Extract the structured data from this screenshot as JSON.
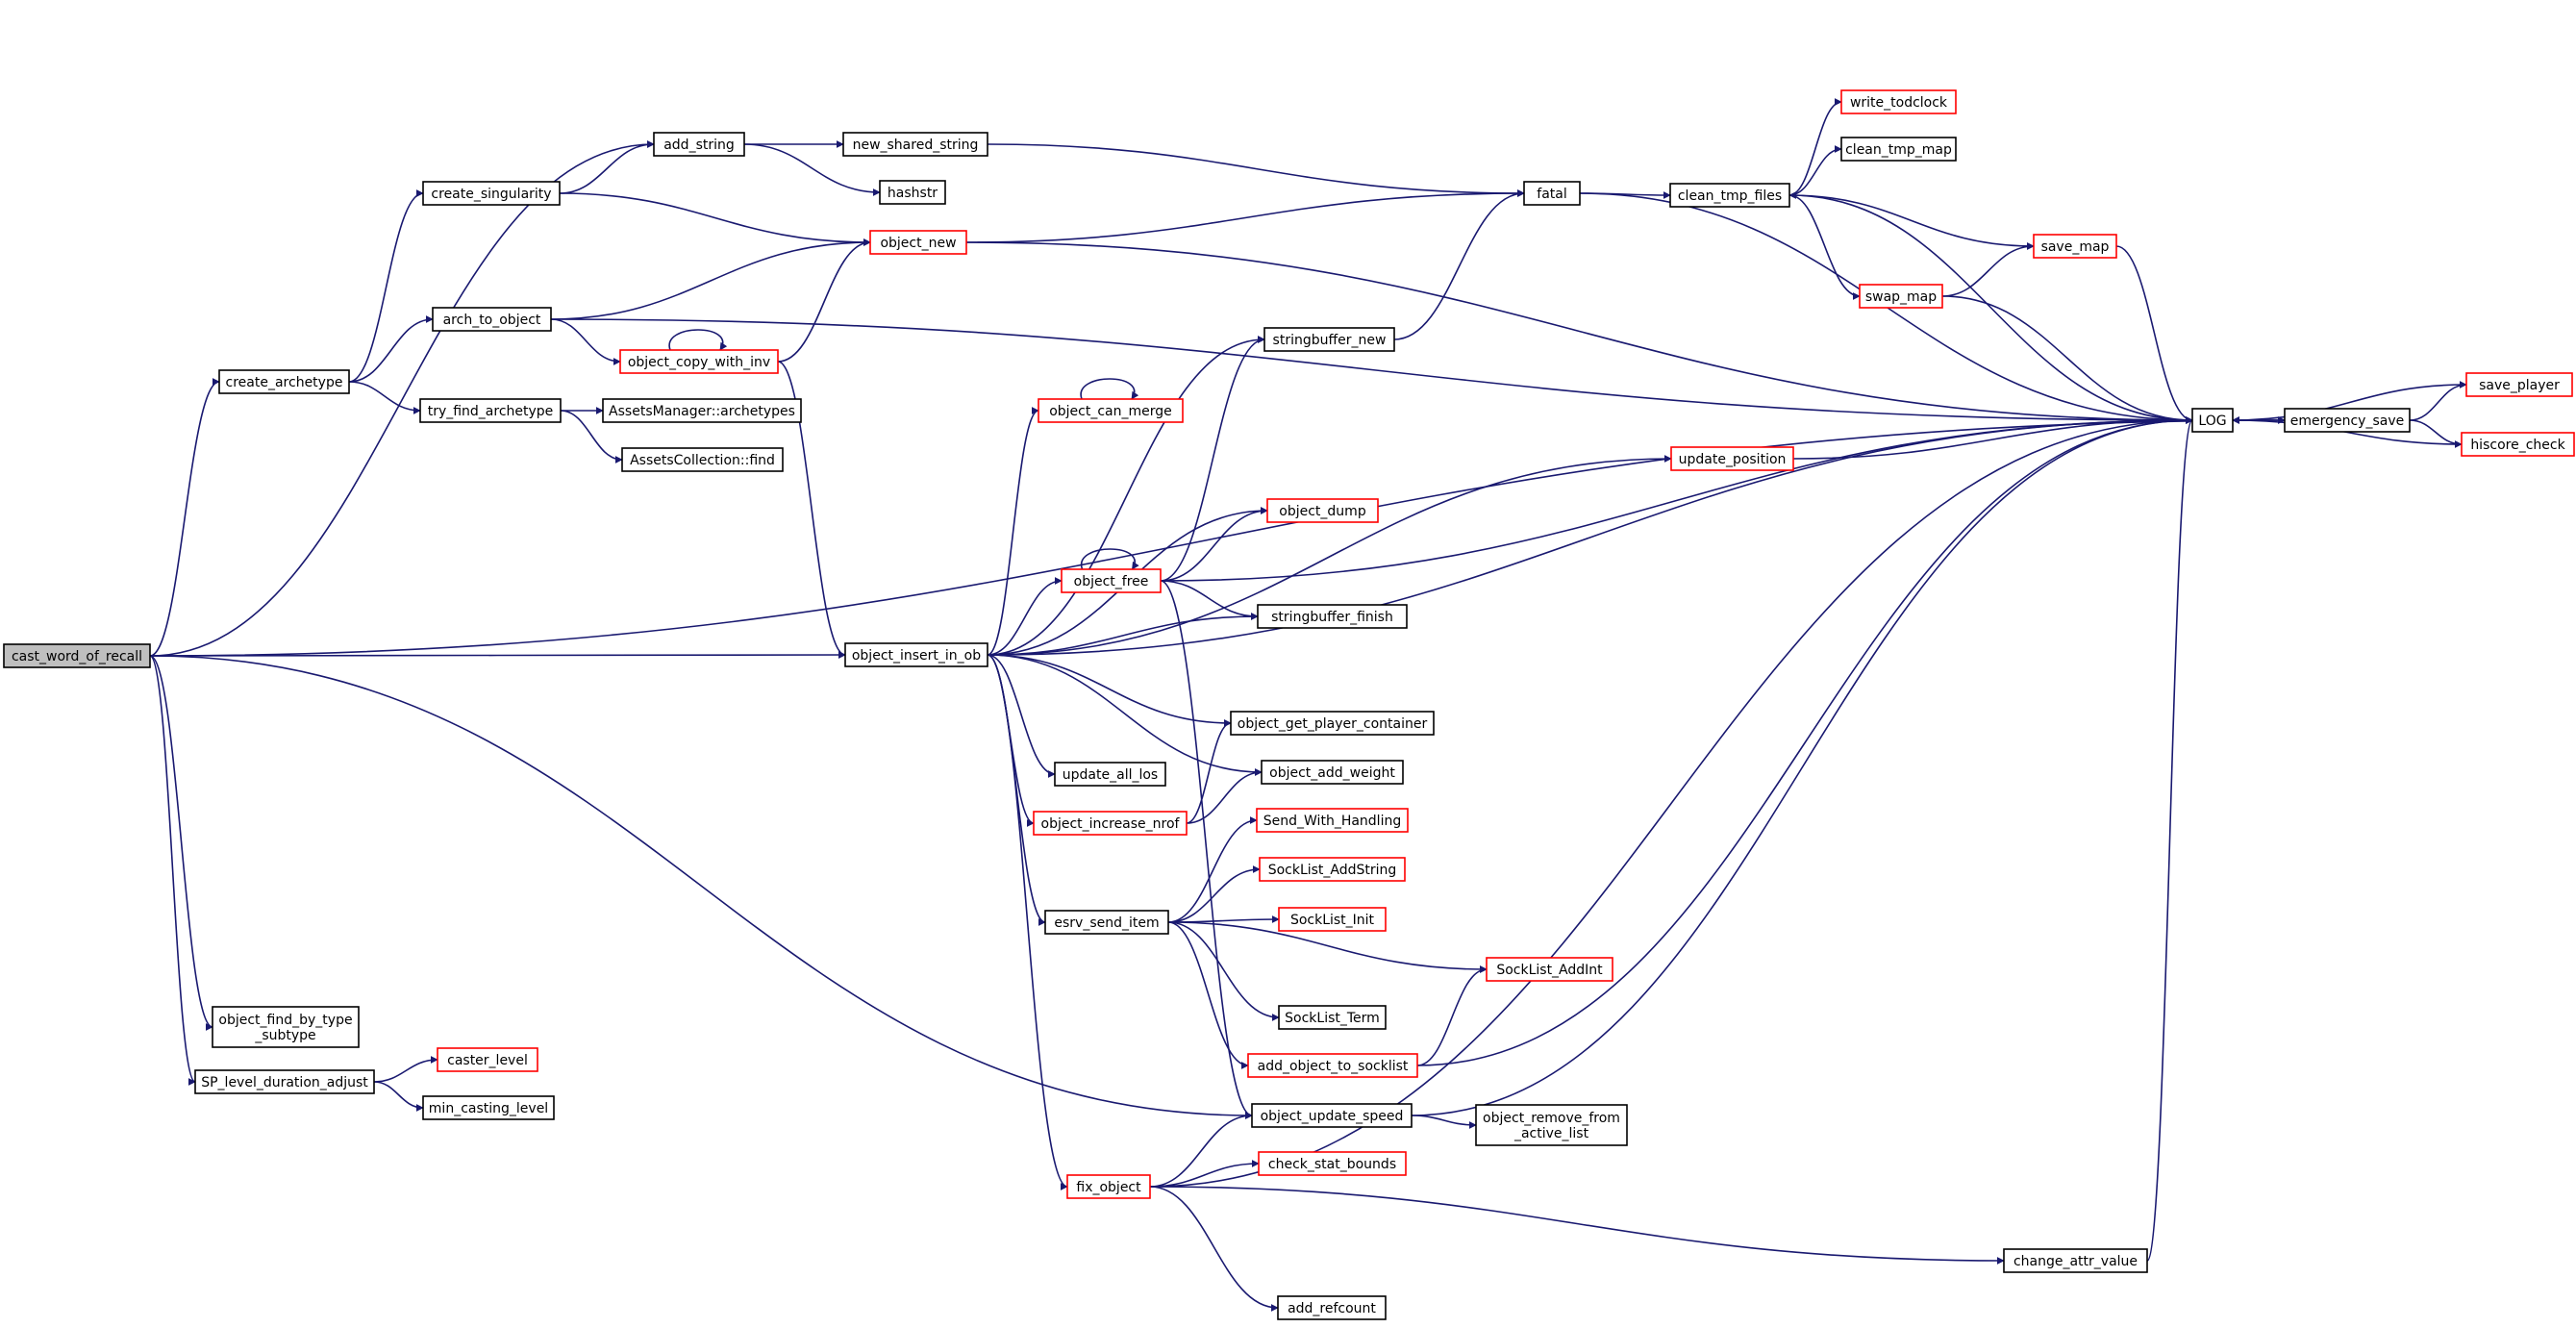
{
  "graph": {
    "edge_color": "#191970",
    "root_fill": "#bfbfbf",
    "red_border": "#ff0000",
    "nodes": [
      {
        "id": "cast_word_of_recall",
        "lines": [
          "cast_word_of_recall"
        ],
        "style": "root"
      },
      {
        "id": "add_string",
        "lines": [
          "add_string"
        ],
        "style": "black"
      },
      {
        "id": "new_shared_string",
        "lines": [
          "new_shared_string"
        ],
        "style": "black"
      },
      {
        "id": "hashstr",
        "lines": [
          "hashstr"
        ],
        "style": "black"
      },
      {
        "id": "create_singularity",
        "lines": [
          "create_singularity"
        ],
        "style": "black"
      },
      {
        "id": "object_new",
        "lines": [
          "object_new"
        ],
        "style": "red"
      },
      {
        "id": "fatal",
        "lines": [
          "fatal"
        ],
        "style": "black"
      },
      {
        "id": "clean_tmp_files",
        "lines": [
          "clean_tmp_files"
        ],
        "style": "black"
      },
      {
        "id": "write_todclock",
        "lines": [
          "write_todclock"
        ],
        "style": "red"
      },
      {
        "id": "clean_tmp_map",
        "lines": [
          "clean_tmp_map"
        ],
        "style": "black"
      },
      {
        "id": "save_map",
        "lines": [
          "save_map"
        ],
        "style": "red"
      },
      {
        "id": "swap_map",
        "lines": [
          "swap_map"
        ],
        "style": "red"
      },
      {
        "id": "arch_to_object",
        "lines": [
          "arch_to_object"
        ],
        "style": "black"
      },
      {
        "id": "object_copy_with_inv",
        "lines": [
          "object_copy_with_inv"
        ],
        "style": "red"
      },
      {
        "id": "stringbuffer_new",
        "lines": [
          "stringbuffer_new"
        ],
        "style": "black"
      },
      {
        "id": "create_archetype",
        "lines": [
          "create_archetype"
        ],
        "style": "black"
      },
      {
        "id": "try_find_archetype",
        "lines": [
          "try_find_archetype"
        ],
        "style": "black"
      },
      {
        "id": "AssetsManager_archetypes",
        "lines": [
          "AssetsManager::archetypes"
        ],
        "style": "black"
      },
      {
        "id": "AssetsCollection_find",
        "lines": [
          "AssetsCollection::find"
        ],
        "style": "black"
      },
      {
        "id": "object_can_merge",
        "lines": [
          "object_can_merge"
        ],
        "style": "red"
      },
      {
        "id": "LOG",
        "lines": [
          "LOG"
        ],
        "style": "black"
      },
      {
        "id": "emergency_save",
        "lines": [
          "emergency_save"
        ],
        "style": "black"
      },
      {
        "id": "save_player",
        "lines": [
          "save_player"
        ],
        "style": "red"
      },
      {
        "id": "hiscore_check",
        "lines": [
          "hiscore_check"
        ],
        "style": "red"
      },
      {
        "id": "update_position",
        "lines": [
          "update_position"
        ],
        "style": "red"
      },
      {
        "id": "object_dump",
        "lines": [
          "object_dump"
        ],
        "style": "red"
      },
      {
        "id": "object_free",
        "lines": [
          "object_free"
        ],
        "style": "red"
      },
      {
        "id": "stringbuffer_finish",
        "lines": [
          "stringbuffer_finish"
        ],
        "style": "black"
      },
      {
        "id": "object_insert_in_ob",
        "lines": [
          "object_insert_in_ob"
        ],
        "style": "black"
      },
      {
        "id": "object_get_player_container",
        "lines": [
          "object_get_player_container"
        ],
        "style": "black"
      },
      {
        "id": "update_all_los",
        "lines": [
          "update_all_los"
        ],
        "style": "black"
      },
      {
        "id": "object_add_weight",
        "lines": [
          "object_add_weight"
        ],
        "style": "black"
      },
      {
        "id": "object_increase_nrof",
        "lines": [
          "object_increase_nrof"
        ],
        "style": "red"
      },
      {
        "id": "Send_With_Handling",
        "lines": [
          "Send_With_Handling"
        ],
        "style": "red"
      },
      {
        "id": "SockList_AddString",
        "lines": [
          "SockList_AddString"
        ],
        "style": "red"
      },
      {
        "id": "SockList_Init",
        "lines": [
          "SockList_Init"
        ],
        "style": "red"
      },
      {
        "id": "esrv_send_item",
        "lines": [
          "esrv_send_item"
        ],
        "style": "black"
      },
      {
        "id": "SockList_AddInt",
        "lines": [
          "SockList_AddInt"
        ],
        "style": "red"
      },
      {
        "id": "SockList_Term",
        "lines": [
          "SockList_Term"
        ],
        "style": "black"
      },
      {
        "id": "object_find_by_type_subtype",
        "lines": [
          "object_find_by_type",
          "_subtype"
        ],
        "style": "black"
      },
      {
        "id": "add_object_to_socklist",
        "lines": [
          "add_object_to_socklist"
        ],
        "style": "red"
      },
      {
        "id": "SP_level_duration_adjust",
        "lines": [
          "SP_level_duration_adjust"
        ],
        "style": "black"
      },
      {
        "id": "caster_level",
        "lines": [
          "caster_level"
        ],
        "style": "red"
      },
      {
        "id": "min_casting_level",
        "lines": [
          "min_casting_level"
        ],
        "style": "black"
      },
      {
        "id": "object_update_speed",
        "lines": [
          "object_update_speed"
        ],
        "style": "black"
      },
      {
        "id": "object_remove_from_active_list",
        "lines": [
          "object_remove_from",
          "_active_list"
        ],
        "style": "black"
      },
      {
        "id": "check_stat_bounds",
        "lines": [
          "check_stat_bounds"
        ],
        "style": "red"
      },
      {
        "id": "fix_object",
        "lines": [
          "fix_object"
        ],
        "style": "red"
      },
      {
        "id": "change_attr_value",
        "lines": [
          "change_attr_value"
        ],
        "style": "black"
      },
      {
        "id": "add_refcount",
        "lines": [
          "add_refcount"
        ],
        "style": "black"
      }
    ],
    "edges": [
      [
        "cast_word_of_recall",
        "add_string"
      ],
      [
        "cast_word_of_recall",
        "create_archetype"
      ],
      [
        "cast_word_of_recall",
        "object_insert_in_ob"
      ],
      [
        "cast_word_of_recall",
        "emergency_save"
      ],
      [
        "cast_word_of_recall",
        "object_find_by_type_subtype"
      ],
      [
        "cast_word_of_recall",
        "SP_level_duration_adjust"
      ],
      [
        "cast_word_of_recall",
        "object_update_speed"
      ],
      [
        "add_string",
        "new_shared_string"
      ],
      [
        "add_string",
        "hashstr"
      ],
      [
        "new_shared_string",
        "fatal"
      ],
      [
        "create_singularity",
        "add_string"
      ],
      [
        "create_singularity",
        "object_new"
      ],
      [
        "object_new",
        "fatal"
      ],
      [
        "object_new",
        "LOG"
      ],
      [
        "fatal",
        "clean_tmp_files"
      ],
      [
        "fatal",
        "LOG"
      ],
      [
        "clean_tmp_files",
        "write_todclock"
      ],
      [
        "clean_tmp_files",
        "clean_tmp_map"
      ],
      [
        "clean_tmp_files",
        "save_map"
      ],
      [
        "clean_tmp_files",
        "swap_map"
      ],
      [
        "save_map",
        "LOG"
      ],
      [
        "swap_map",
        "save_map"
      ],
      [
        "swap_map",
        "LOG"
      ],
      [
        "LOG",
        "clean_tmp_files"
      ],
      [
        "LOG",
        "emergency_save"
      ],
      [
        "emergency_save",
        "LOG"
      ],
      [
        "emergency_save",
        "save_player"
      ],
      [
        "emergency_save",
        "hiscore_check"
      ],
      [
        "save_player",
        "LOG"
      ],
      [
        "hiscore_check",
        "LOG"
      ],
      [
        "create_archetype",
        "create_singularity"
      ],
      [
        "create_archetype",
        "arch_to_object"
      ],
      [
        "create_archetype",
        "try_find_archetype"
      ],
      [
        "arch_to_object",
        "object_new"
      ],
      [
        "arch_to_object",
        "object_copy_with_inv"
      ],
      [
        "arch_to_object",
        "LOG"
      ],
      [
        "object_copy_with_inv",
        "object_copy_with_inv"
      ],
      [
        "object_copy_with_inv",
        "object_new"
      ],
      [
        "object_copy_with_inv",
        "object_insert_in_ob"
      ],
      [
        "try_find_archetype",
        "AssetsManager_archetypes"
      ],
      [
        "try_find_archetype",
        "AssetsCollection_find"
      ],
      [
        "stringbuffer_new",
        "fatal"
      ],
      [
        "object_insert_in_ob",
        "stringbuffer_new"
      ],
      [
        "object_insert_in_ob",
        "object_can_merge"
      ],
      [
        "object_insert_in_ob",
        "update_position"
      ],
      [
        "object_insert_in_ob",
        "object_dump"
      ],
      [
        "object_insert_in_ob",
        "object_free"
      ],
      [
        "object_insert_in_ob",
        "stringbuffer_finish"
      ],
      [
        "object_insert_in_ob",
        "LOG"
      ],
      [
        "object_insert_in_ob",
        "object_get_player_container"
      ],
      [
        "object_insert_in_ob",
        "update_all_los"
      ],
      [
        "object_insert_in_ob",
        "object_increase_nrof"
      ],
      [
        "object_insert_in_ob",
        "object_add_weight"
      ],
      [
        "object_insert_in_ob",
        "esrv_send_item"
      ],
      [
        "object_insert_in_ob",
        "fix_object"
      ],
      [
        "object_can_merge",
        "object_can_merge"
      ],
      [
        "update_position",
        "LOG"
      ],
      [
        "object_free",
        "object_free"
      ],
      [
        "object_free",
        "stringbuffer_new"
      ],
      [
        "object_free",
        "object_dump"
      ],
      [
        "object_free",
        "stringbuffer_finish"
      ],
      [
        "object_free",
        "LOG"
      ],
      [
        "object_free",
        "object_update_speed"
      ],
      [
        "object_increase_nrof",
        "object_get_player_container"
      ],
      [
        "object_increase_nrof",
        "object_add_weight"
      ],
      [
        "esrv_send_item",
        "Send_With_Handling"
      ],
      [
        "esrv_send_item",
        "SockList_AddString"
      ],
      [
        "esrv_send_item",
        "SockList_Init"
      ],
      [
        "esrv_send_item",
        "SockList_AddInt"
      ],
      [
        "esrv_send_item",
        "SockList_Term"
      ],
      [
        "esrv_send_item",
        "add_object_to_socklist"
      ],
      [
        "add_object_to_socklist",
        "SockList_AddInt"
      ],
      [
        "add_object_to_socklist",
        "LOG"
      ],
      [
        "SP_level_duration_adjust",
        "caster_level"
      ],
      [
        "SP_level_duration_adjust",
        "min_casting_level"
      ],
      [
        "object_update_speed",
        "LOG"
      ],
      [
        "object_update_speed",
        "object_remove_from_active_list"
      ],
      [
        "fix_object",
        "object_update_speed"
      ],
      [
        "fix_object",
        "check_stat_bounds"
      ],
      [
        "fix_object",
        "LOG"
      ],
      [
        "fix_object",
        "change_attr_value"
      ],
      [
        "fix_object",
        "add_refcount"
      ],
      [
        "change_attr_value",
        "LOG"
      ]
    ]
  }
}
